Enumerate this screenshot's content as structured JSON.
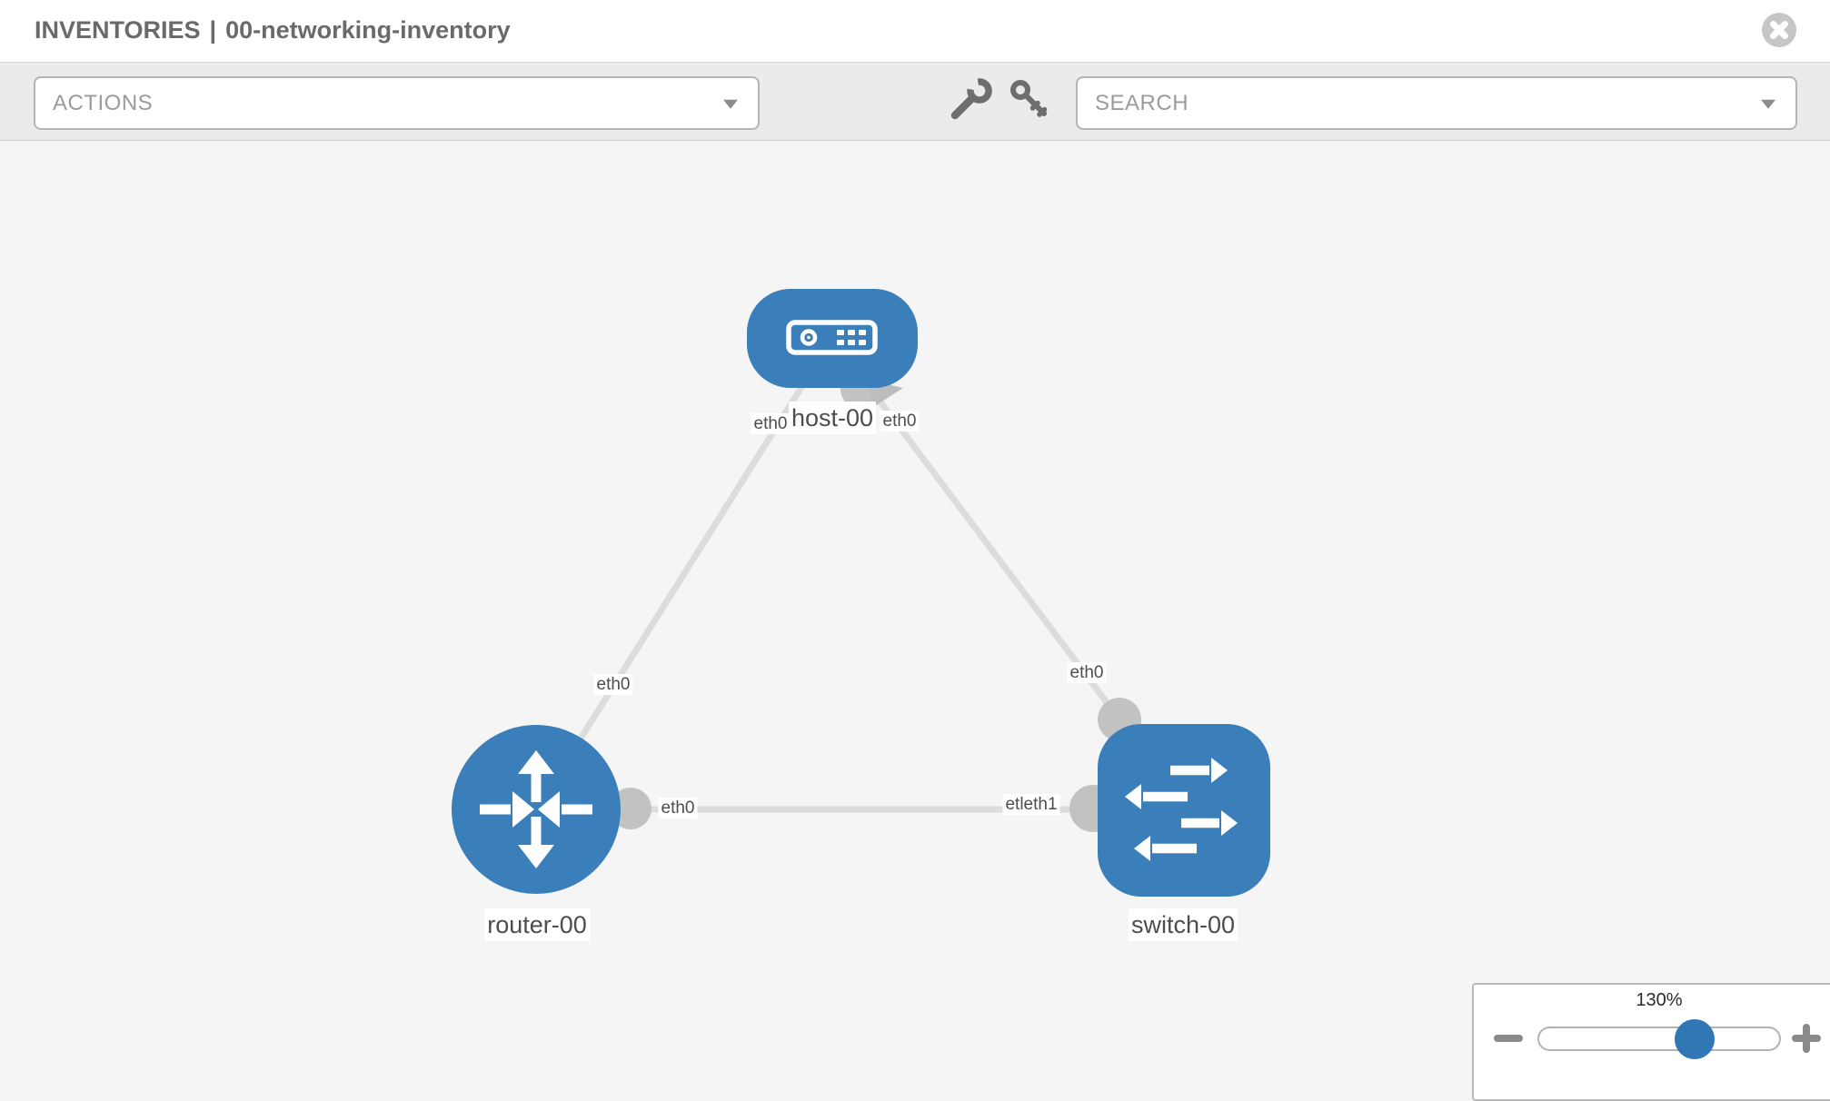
{
  "header": {
    "section": "INVENTORIES",
    "separator": "|",
    "inventory_name": "00-networking-inventory"
  },
  "toolbar": {
    "actions_label": "ACTIONS",
    "search_label": "SEARCH",
    "icons": [
      "wrench-icon",
      "key-icon"
    ]
  },
  "topology": {
    "nodes": [
      {
        "id": "host-00",
        "type": "host",
        "label": "host-00"
      },
      {
        "id": "router-00",
        "type": "router",
        "label": "router-00"
      },
      {
        "id": "switch-00",
        "type": "switch",
        "label": "switch-00"
      }
    ],
    "links": [
      {
        "source": "host-00",
        "target": "router-00"
      },
      {
        "source": "host-00",
        "target": "switch-00"
      },
      {
        "source": "router-00",
        "target": "switch-00"
      }
    ],
    "interface_labels": [
      {
        "text": "eth0",
        "position": "host-00 lower-left"
      },
      {
        "text": "eth0",
        "position": "host-00 lower-right"
      },
      {
        "text": "eth0",
        "position": "above router-00"
      },
      {
        "text": "eth0",
        "position": "right of router-00"
      },
      {
        "text": "eth0",
        "position": "above switch-00"
      },
      {
        "text": "etleth1",
        "position": "left of switch-00 overlapping labels"
      }
    ]
  },
  "zoom_control": {
    "value": "130%"
  },
  "colors": {
    "node_blue": "#3b7fba",
    "link_gray": "#dcdcdc",
    "connector_gray": "#c2c2c2",
    "chip_text": "#4d4d4d",
    "toolbar_bg": "#ebebeb",
    "canvas_bg": "#f5f5f5"
  }
}
